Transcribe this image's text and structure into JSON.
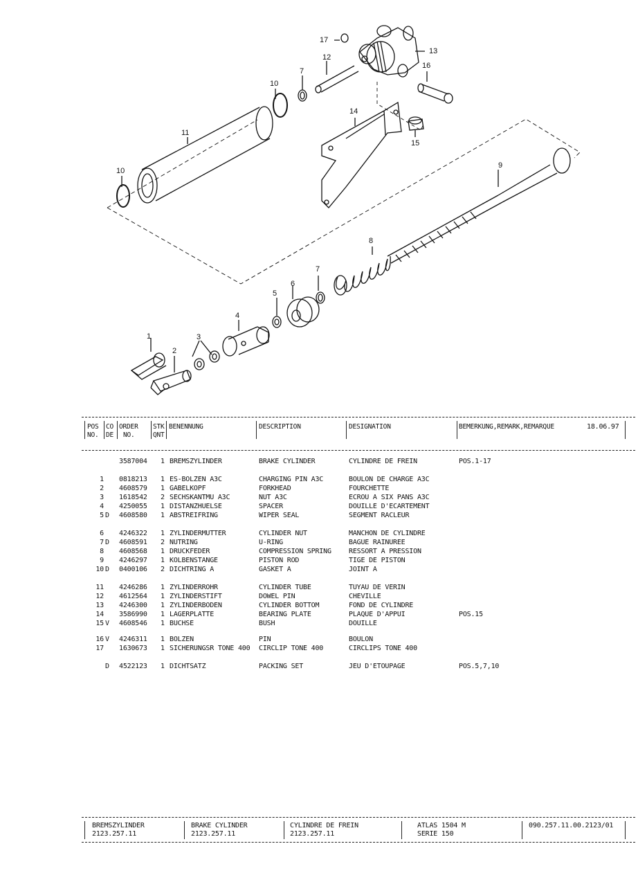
{
  "callouts": [
    "17",
    "12",
    "13",
    "16",
    "7",
    "10",
    "14",
    "11",
    "15",
    "9",
    "10",
    "8",
    "7",
    "6",
    "5",
    "4",
    "3",
    "1",
    "2"
  ],
  "header": {
    "pos": "POS",
    "pos2": "NO.",
    "code": "CO",
    "code2": "DE",
    "order": "ORDER",
    "order2": "NO.",
    "stk": "STK",
    "stk2": "QNT",
    "benennung": "BENENNUNG",
    "description": "DESCRIPTION",
    "designation": "DESIGNATION",
    "remark": "BEMERKUNG,REMARK,REMARQUE",
    "date": "18.06.97"
  },
  "rows": [
    {
      "pos": "",
      "code": "",
      "order": "3587004",
      "qty": "1",
      "de": "BREMSZYLINDER",
      "en": "BRAKE CYLINDER",
      "fr": "CYLINDRE DE FREIN",
      "remark": "POS.1-17"
    },
    {
      "pos": "1",
      "code": "",
      "order": "0818213",
      "qty": "1",
      "de": "ES-BOLZEN A3C",
      "en": "CHARGING PIN A3C",
      "fr": "BOULON DE CHARGE A3C",
      "remark": ""
    },
    {
      "pos": "2",
      "code": "",
      "order": "4608579",
      "qty": "1",
      "de": "GABELKOPF",
      "en": "FORKHEAD",
      "fr": "FOURCHETTE",
      "remark": ""
    },
    {
      "pos": "3",
      "code": "",
      "order": "1618542",
      "qty": "2",
      "de": "SECHSKANTMU A3C",
      "en": "NUT A3C",
      "fr": "ECROU A SIX PANS A3C",
      "remark": ""
    },
    {
      "pos": "4",
      "code": "",
      "order": "4250055",
      "qty": "1",
      "de": "DISTANZHUELSE",
      "en": "SPACER",
      "fr": "DOUILLE D'ECARTEMENT",
      "remark": ""
    },
    {
      "pos": "5",
      "code": "D",
      "order": "4608580",
      "qty": "1",
      "de": "ABSTREIFRING",
      "en": "WIPER SEAL",
      "fr": "SEGMENT RACLEUR",
      "remark": ""
    },
    {
      "pos": "6",
      "code": "",
      "order": "4246322",
      "qty": "1",
      "de": "ZYLINDERMUTTER",
      "en": "CYLINDER NUT",
      "fr": "MANCHON DE CYLINDRE",
      "remark": ""
    },
    {
      "pos": "7",
      "code": "D",
      "order": "4608591",
      "qty": "2",
      "de": "NUTRING",
      "en": "U-RING",
      "fr": "BAGUE RAINUREE",
      "remark": ""
    },
    {
      "pos": "8",
      "code": "",
      "order": "4608568",
      "qty": "1",
      "de": "DRUCKFEDER",
      "en": "COMPRESSION SPRING",
      "fr": "RESSORT A PRESSION",
      "remark": ""
    },
    {
      "pos": "9",
      "code": "",
      "order": "4246297",
      "qty": "1",
      "de": "KOLBENSTANGE",
      "en": "PISTON ROD",
      "fr": "TIGE DE PISTON",
      "remark": ""
    },
    {
      "pos": "10",
      "code": "D",
      "order": "0400106",
      "qty": "2",
      "de": "DICHTRING A",
      "en": "GASKET A",
      "fr": "JOINT A",
      "remark": ""
    },
    {
      "pos": "11",
      "code": "",
      "order": "4246286",
      "qty": "1",
      "de": "ZYLINDERROHR",
      "en": "CYLINDER TUBE",
      "fr": "TUYAU DE VERIN",
      "remark": ""
    },
    {
      "pos": "12",
      "code": "",
      "order": "4612564",
      "qty": "1",
      "de": "ZYLINDERSTIFT",
      "en": "DOWEL PIN",
      "fr": "CHEVILLE",
      "remark": ""
    },
    {
      "pos": "13",
      "code": "",
      "order": "4246300",
      "qty": "1",
      "de": "ZYLINDERBODEN",
      "en": "CYLINDER BOTTOM",
      "fr": "FOND DE CYLINDRE",
      "remark": ""
    },
    {
      "pos": "14",
      "code": "",
      "order": "3586990",
      "qty": "1",
      "de": "LAGERPLATTE",
      "en": "BEARING PLATE",
      "fr": "PLAQUE D'APPUI",
      "remark": "POS.15"
    },
    {
      "pos": "15",
      "code": "V",
      "order": "4608546",
      "qty": "1",
      "de": "BUCHSE",
      "en": "BUSH",
      "fr": "DOUILLE",
      "remark": ""
    },
    {
      "pos": "16",
      "code": "V",
      "order": "4246311",
      "qty": "1",
      "de": "BOLZEN",
      "en": "PIN",
      "fr": "BOULON",
      "remark": ""
    },
    {
      "pos": "17",
      "code": "",
      "order": "1630673",
      "qty": "1",
      "de": "SICHERUNGSR TONE 400",
      "en": "CIRCLIP TONE 400",
      "fr": "CIRCLIPS TONE 400",
      "remark": ""
    },
    {
      "pos": "",
      "code": "D",
      "order": "4522123",
      "qty": "1",
      "de": "DICHTSATZ",
      "en": "PACKING SET",
      "fr": "JEU D'ETOUPAGE",
      "remark": "POS.5,7,10"
    }
  ],
  "footer": {
    "de_title": "BREMSZYLINDER",
    "de_code": "2123.257.11",
    "en_title": "BRAKE CYLINDER",
    "en_code": "2123.257.11",
    "fr_title": "CYLINDRE DE FREIN",
    "fr_code": "2123.257.11",
    "model": "ATLAS 1504 M",
    "series": "SERIE 150",
    "doc_no": "090.257.11.00.2123/01"
  }
}
